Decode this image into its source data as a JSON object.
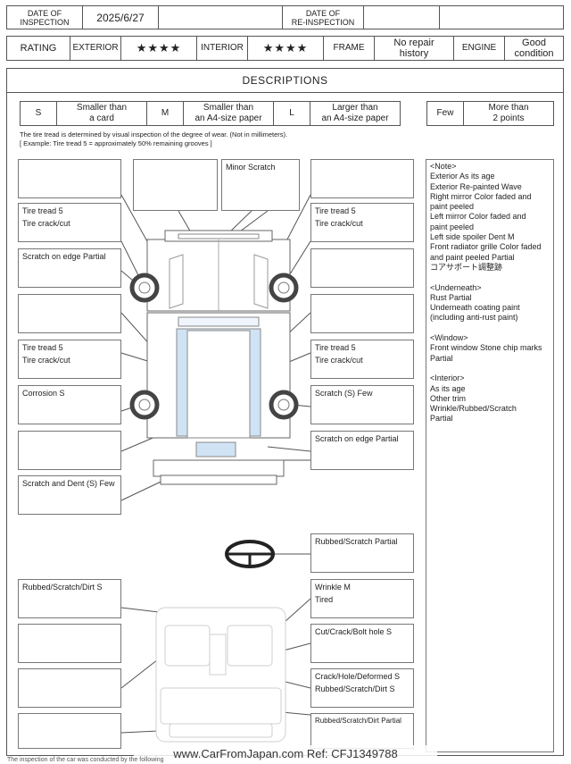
{
  "header": {
    "date_of_inspection_label": "DATE OF\nINSPECTION",
    "date_of_inspection": "2025/6/27",
    "date_of_reinspection_label": "DATE OF\nRE-INSPECTION",
    "date_of_reinspection": ""
  },
  "rating_row": {
    "rating_label": "RATING",
    "exterior_label": "EXTERIOR",
    "exterior_stars": "★★★★",
    "interior_label": "INTERIOR",
    "interior_stars": "★★★★",
    "frame_label": "FRAME",
    "frame_value": "No repair\nhistory",
    "engine_label": "ENGINE",
    "engine_value": "Good\ncondition"
  },
  "descriptions": {
    "title": "DESCRIPTIONS",
    "legend": {
      "s_code": "S",
      "s_text": "Smaller than\na card",
      "m_code": "M",
      "m_text": "Smaller than\nan A4-size paper",
      "l_code": "L",
      "l_text": "Larger than\nan A4-size paper",
      "few_code": "Few",
      "few_text": "More than\n2 points"
    },
    "tread_note_1": "The tire tread is determined by visual inspection of the degree of wear. (Not in millimeters).",
    "tread_note_2": "[ Example: Tire tread 5 = approximately 50% remaining grooves ]"
  },
  "left_boxes": [
    [
      ""
    ],
    [
      "Tire tread 5",
      "Tire crack/cut"
    ],
    [
      "Scratch on edge Partial"
    ],
    [
      ""
    ],
    [
      "Tire tread 5",
      "Tire crack/cut"
    ],
    [
      "Corrosion S"
    ],
    [
      ""
    ],
    [
      "Scratch and Dent (S) Few"
    ]
  ],
  "top_center_boxes": [
    [
      ""
    ],
    [
      "Minor Scratch"
    ]
  ],
  "right_boxes": [
    [
      ""
    ],
    [
      "Tire tread 5",
      "Tire crack/cut"
    ],
    [
      ""
    ],
    [
      ""
    ],
    [
      "Tire tread 5",
      "Tire crack/cut"
    ],
    [
      "Scratch (S) Few"
    ],
    [
      "Scratch on edge Partial"
    ]
  ],
  "interior_left_boxes": [
    [
      "Rubbed/Scratch/Dirt S"
    ],
    [
      ""
    ],
    [
      ""
    ],
    [
      ""
    ]
  ],
  "interior_right_boxes": [
    [
      "Rubbed/Scratch Partial"
    ],
    [
      "Wrinkle M",
      "Tired"
    ],
    [
      "Cut/Crack/Bolt hole S"
    ],
    [
      "Crack/Hole/Deformed S",
      "Rubbed/Scratch/Dirt S"
    ],
    [
      "Rubbed/Scratch/Dirt Partial"
    ]
  ],
  "notes": [
    "<Note>",
    "Exterior As its age",
    "Exterior Re-painted Wave",
    "Right mirror Color faded and",
    "paint peeled",
    "Left mirror Color faded and",
    "paint peeled",
    "Left side spoiler Dent M",
    "Front radiator grille Color faded",
    "and paint peeled Partial",
    "コアサポート調整跡",
    "",
    "<Underneath>",
    "Rust Partial",
    "Underneath coating paint",
    "(including anti-rust paint)",
    "",
    "<Window>",
    "Front window Stone chip marks",
    "Partial",
    "",
    "<Interior>",
    "As its age",
    "Other trim",
    "Wrinkle/Rubbed/Scratch",
    "Partial"
  ],
  "footer": {
    "watermark": "www.CarFromJapan.com Ref: CFJ1349788",
    "bottom_note": "The inspection of the car was conducted by the following"
  },
  "colors": {
    "border": "#555555",
    "glass": "#cfe3f5",
    "tire": "#444444"
  }
}
